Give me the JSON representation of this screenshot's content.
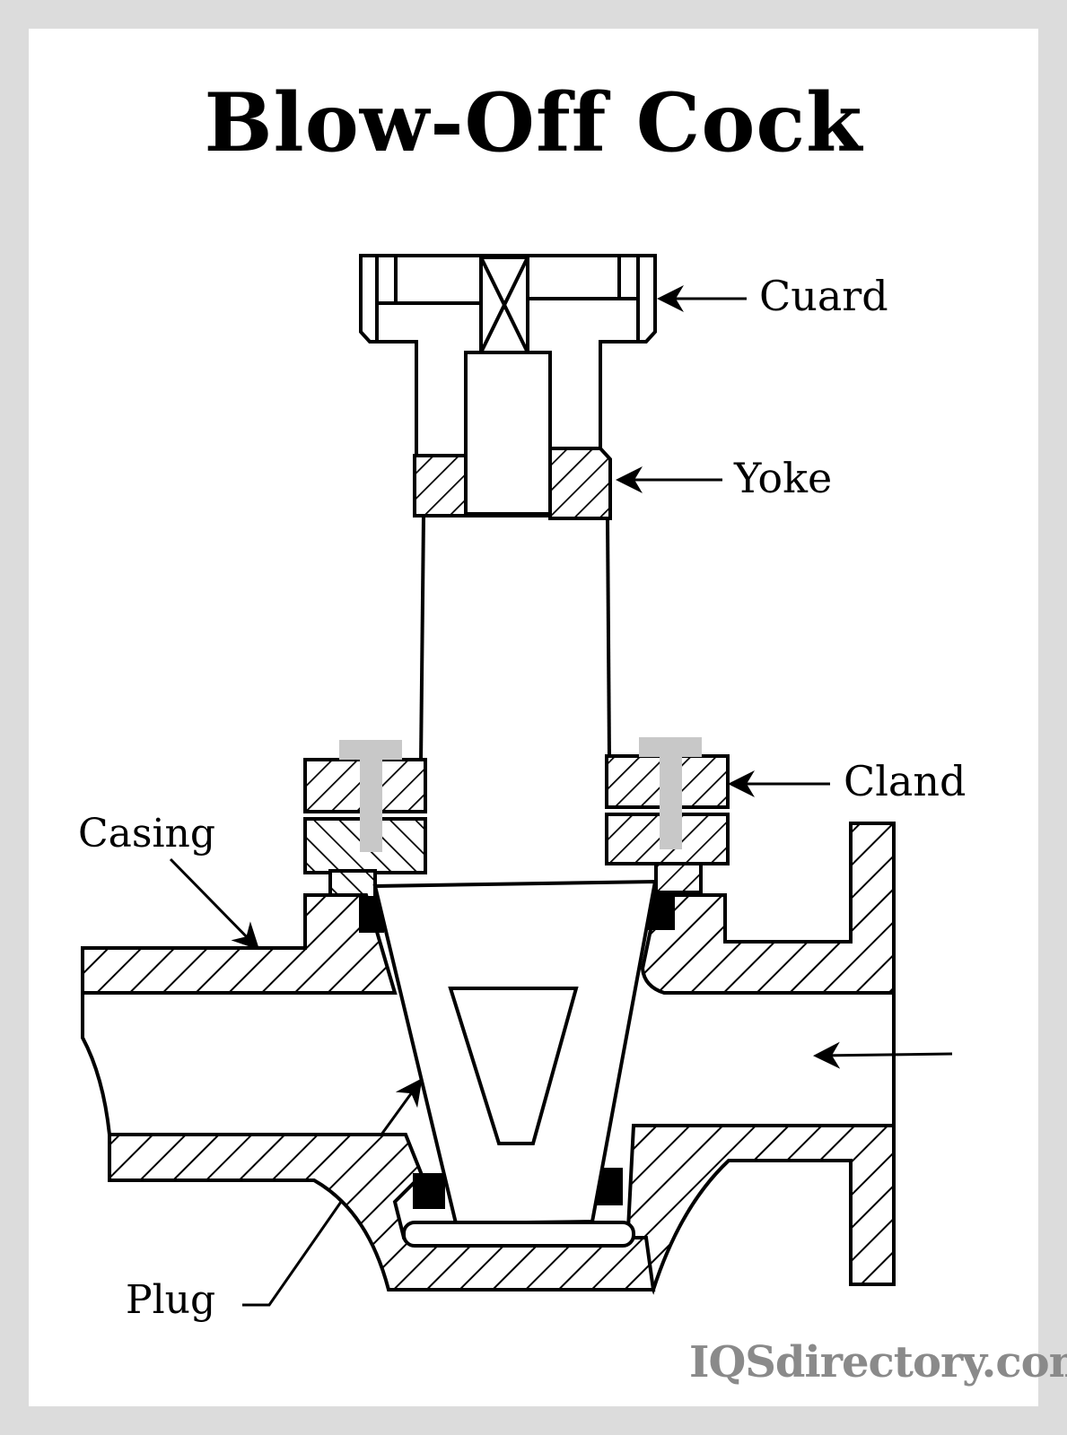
{
  "title": "Blow-Off Cock",
  "labels": {
    "guard": "Cuard",
    "yoke": "Yoke",
    "gland": "Cland",
    "casing": "Casing",
    "plug": "Plug"
  },
  "watermark": "IQSdirectory.com",
  "colors": {
    "background_frame": "#dcdcdc",
    "panel": "#ffffff",
    "ink": "#000000",
    "bolt_gray": "#c8c8c8",
    "watermark_gray": "#8a8a8a"
  },
  "flow_direction": "right-to-left"
}
